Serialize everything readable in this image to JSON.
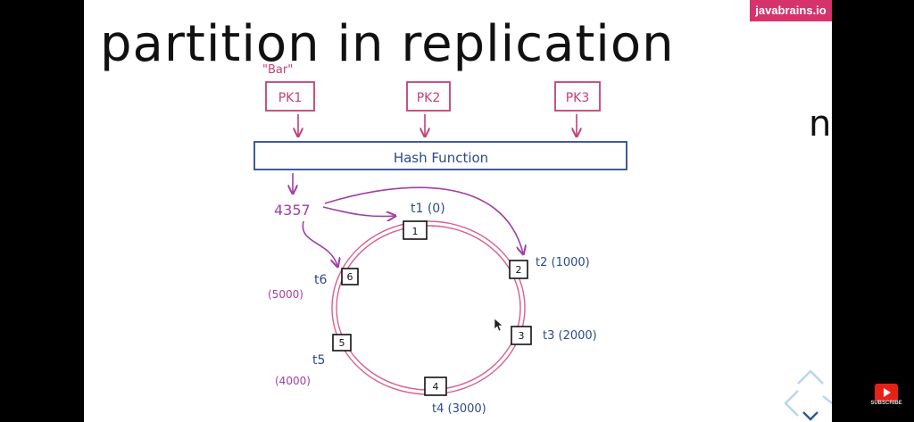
{
  "slide": {
    "title": "partition in replication",
    "title_overflow": "n",
    "brand": "javabrains.io",
    "subscribe": "SUBSCRIBE"
  },
  "colors": {
    "pink": "#c23f78",
    "blue": "#2c4a8c",
    "purple": "#a23ea6",
    "ink": "#111111",
    "ring": "#d8608f",
    "brand": "#d6336c"
  },
  "diagram": {
    "key_label": "\"Bar\"",
    "keys": [
      "PK1",
      "PK2",
      "PK3"
    ],
    "hash_function": "Hash Function",
    "hash_value": "4357",
    "nodes": [
      {
        "id": "1",
        "label": "t1 (0)"
      },
      {
        "id": "2",
        "label": "t2 (1000)"
      },
      {
        "id": "3",
        "label": "t3 (2000)"
      },
      {
        "id": "4",
        "label": "t4 (3000)"
      },
      {
        "id": "5",
        "label": "t5",
        "range": "(4000)"
      },
      {
        "id": "6",
        "label": "t6",
        "range": "(5000)"
      }
    ]
  }
}
